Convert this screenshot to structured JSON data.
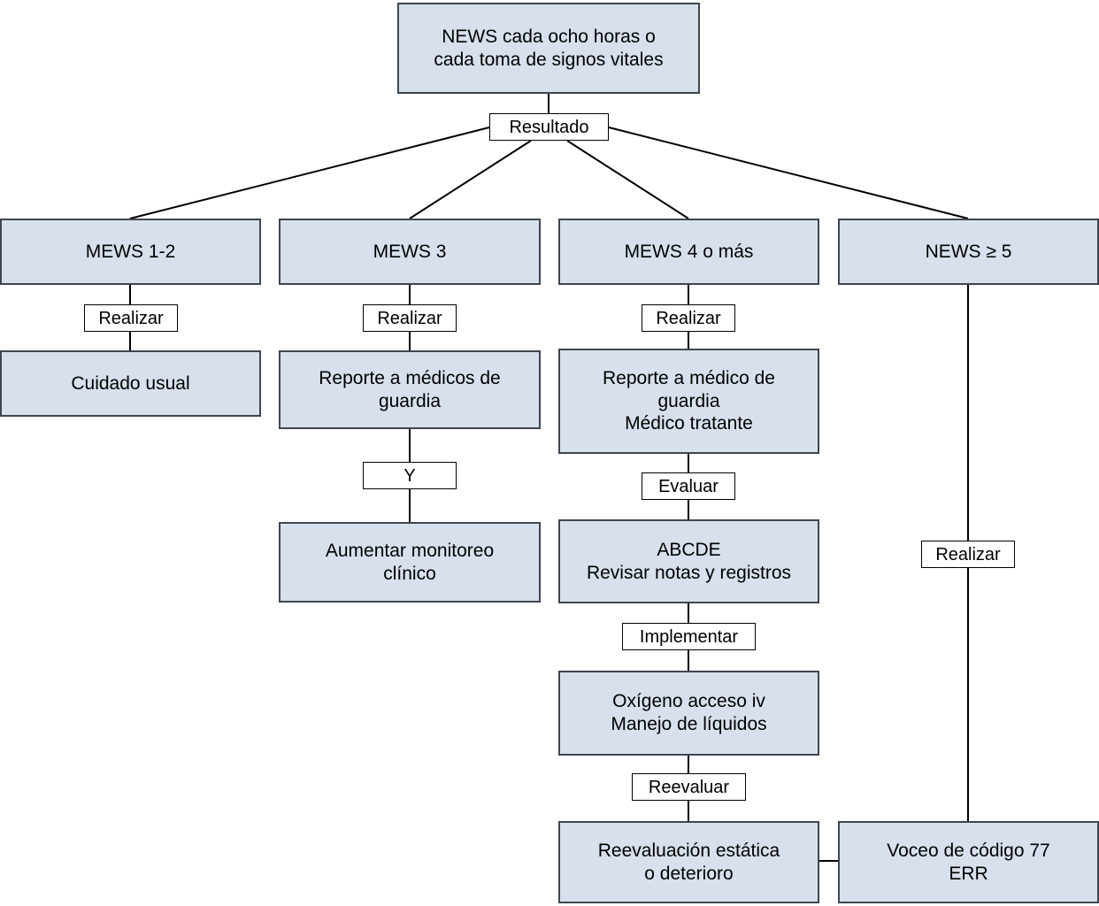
{
  "diagram": {
    "title": "NEWS / MEWS escalation flowchart",
    "language": "es",
    "colors": {
      "process_fill": "#d7e0ec",
      "process_stroke": "#3f4652",
      "tag_fill": "#ffffff",
      "tag_stroke": "#000000",
      "connector": "#000000",
      "text": "#000000"
    }
  },
  "nodes": {
    "root": {
      "label": "NEWS cada ocho horas o\ncada toma de signos vitales",
      "kind": "process"
    },
    "root_tag": {
      "label": "Resultado",
      "kind": "tag"
    },
    "col1": {
      "header": {
        "label": "MEWS 1-2",
        "kind": "process"
      },
      "tag1": {
        "label": "Realizar",
        "kind": "tag"
      },
      "step1": {
        "label": "Cuidado usual",
        "kind": "process"
      }
    },
    "col2": {
      "header": {
        "label": "MEWS 3",
        "kind": "process"
      },
      "tag1": {
        "label": "Realizar",
        "kind": "tag"
      },
      "step1": {
        "label": "Reporte a médicos de\nguardia",
        "kind": "process"
      },
      "tag2": {
        "label": "Y",
        "kind": "tag"
      },
      "step2": {
        "label": "Aumentar monitoreo\nclínico",
        "kind": "process"
      }
    },
    "col3": {
      "header": {
        "label": "MEWS 4 o más",
        "kind": "process"
      },
      "tag1": {
        "label": "Realizar",
        "kind": "tag"
      },
      "step1": {
        "label": "Reporte a médico de\nguardia\nMédico tratante",
        "kind": "process"
      },
      "tag2": {
        "label": "Evaluar",
        "kind": "tag"
      },
      "step2": {
        "label": "ABCDE\nRevisar notas y registros",
        "kind": "process"
      },
      "tag3": {
        "label": "Implementar",
        "kind": "tag"
      },
      "step3": {
        "label": "Oxígeno acceso iv\nManejo de líquidos",
        "kind": "process"
      },
      "tag4": {
        "label": "Reevaluar",
        "kind": "tag"
      },
      "step4": {
        "label": "Reevaluación estática\no deterioro",
        "kind": "process"
      }
    },
    "col4": {
      "header": {
        "label": "NEWS ≥ 5",
        "kind": "process"
      },
      "tag1": {
        "label": "Realizar",
        "kind": "tag"
      },
      "step1": {
        "label": "Voceo de código 77\nERR",
        "kind": "process"
      }
    }
  },
  "edges": [
    {
      "from": "root",
      "to": "root_tag",
      "label": ""
    },
    {
      "from": "root_tag",
      "to": "col1.header",
      "label": ""
    },
    {
      "from": "root_tag",
      "to": "col2.header",
      "label": ""
    },
    {
      "from": "root_tag",
      "to": "col3.header",
      "label": ""
    },
    {
      "from": "root_tag",
      "to": "col4.header",
      "label": ""
    },
    {
      "from": "col1.header",
      "to": "col1.step1",
      "label": "Realizar"
    },
    {
      "from": "col2.header",
      "to": "col2.step1",
      "label": "Realizar"
    },
    {
      "from": "col2.step1",
      "to": "col2.step2",
      "label": "Y"
    },
    {
      "from": "col3.header",
      "to": "col3.step1",
      "label": "Realizar"
    },
    {
      "from": "col3.step1",
      "to": "col3.step2",
      "label": "Evaluar"
    },
    {
      "from": "col3.step2",
      "to": "col3.step3",
      "label": "Implementar"
    },
    {
      "from": "col3.step3",
      "to": "col3.step4",
      "label": "Reevaluar"
    },
    {
      "from": "col4.header",
      "to": "col4.step1",
      "label": "Realizar"
    },
    {
      "from": "col3.step4",
      "to": "col4.step1",
      "label": ""
    }
  ]
}
